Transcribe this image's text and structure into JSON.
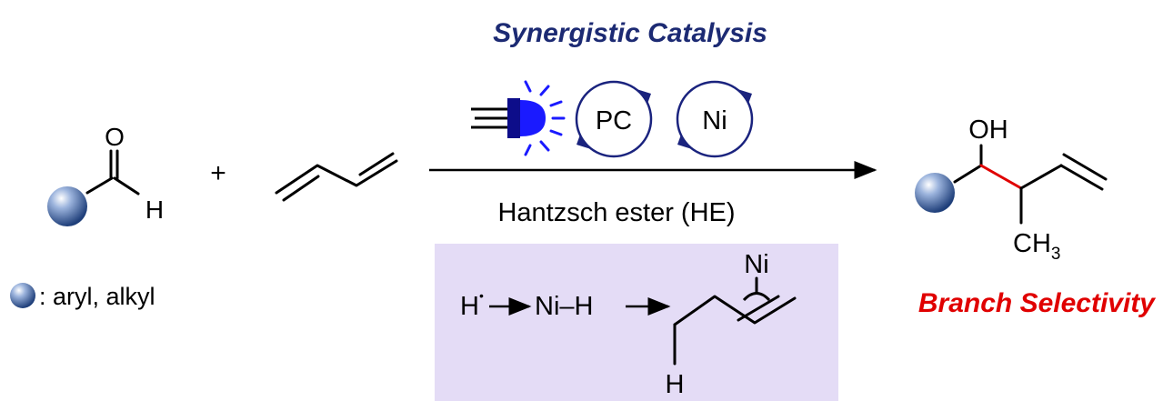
{
  "title": "Synergistic Catalysis",
  "plus": "+",
  "reagent": "Hantzsch ester (HE)",
  "catalysts": {
    "photocatalyst": "PC",
    "metal": "Ni"
  },
  "aldehyde": {
    "oxygen": "O",
    "hydrogen": "H"
  },
  "legend": {
    "text": ": aryl, alkyl"
  },
  "product": {
    "hydroxyl": "OH",
    "methyl": "CH",
    "methyl_subscript": "3"
  },
  "selectivity_label": "Branch Selectivity",
  "mechanism": {
    "radical": "H",
    "radical_dot": "•",
    "nickel_hydride": "Ni–H",
    "allyl_metal": "Ni",
    "allyl_hydrogen": "H"
  },
  "colors": {
    "title": "#1c2a73",
    "highlight": "#e00000",
    "mechanism_background": "#e4dcf6",
    "catalytic_cycle": "#1a237e",
    "light_source": "#1a1aff",
    "substituent_sphere": "#3f63a6"
  },
  "icons": [
    "led-light-icon",
    "catalytic-cycle-icon"
  ]
}
